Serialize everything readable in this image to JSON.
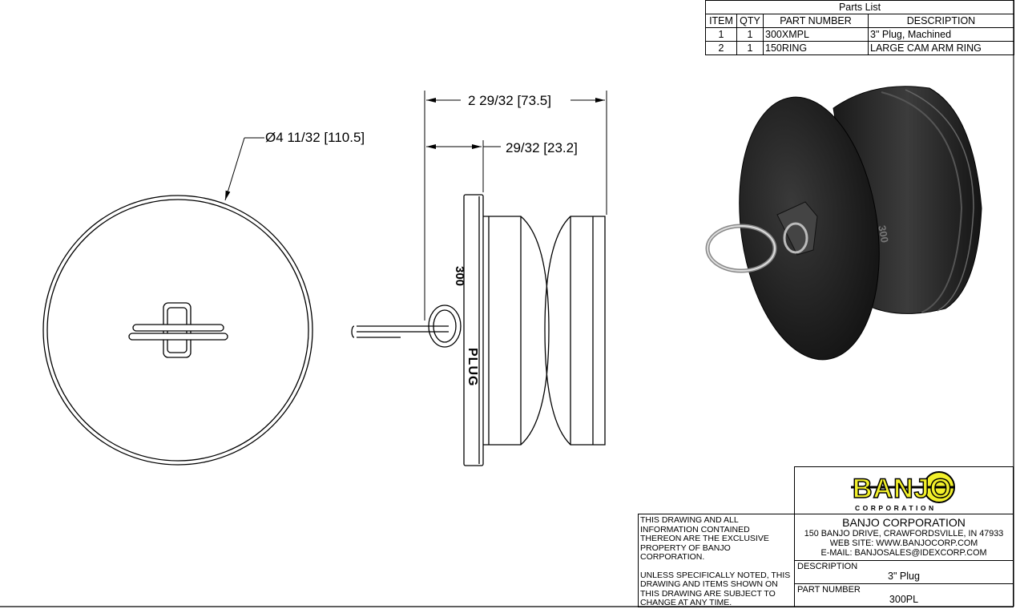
{
  "parts_list": {
    "title": "Parts List",
    "headers": [
      "ITEM",
      "QTY",
      "PART NUMBER",
      "DESCRIPTION"
    ],
    "rows": [
      [
        "1",
        "1",
        "300XMPL",
        "3\" Plug, Machined"
      ],
      [
        "2",
        "1",
        "150RING",
        "LARGE CAM ARM RING"
      ]
    ]
  },
  "dimensions": {
    "diameter": "Ø4 11/32 [110.5]",
    "overall_length": "2 29/32 [73.5]",
    "flange_length": "29/32 [23.2]"
  },
  "part_markings": {
    "size": "300",
    "type": "PLUG"
  },
  "title_block": {
    "logo_text": "BANJO",
    "logo_subtext": "CORPORATION",
    "notes": [
      "THIS DRAWING AND ALL INFORMATION CONTAINED THEREON ARE THE EXCLUSIVE PROPERTY OF BANJO CORPORATION.",
      "UNLESS SPECIFICALLY NOTED, THIS DRAWING AND ITEMS SHOWN ON THIS DRAWING ARE SUBJECT TO CHANGE AT ANY TIME."
    ],
    "company": "BANJO CORPORATION",
    "address": "150 BANJO DRIVE, CRAWFORDSVILLE, IN 47933",
    "website": "WEB SITE: WWW.BANJOCORP.COM",
    "email": "E-MAIL: BANJOSALES@IDEXCORP.COM",
    "description_label": "DESCRIPTION",
    "description": "3\" Plug",
    "part_number_label": "PART NUMBER",
    "part_number": "300PL"
  },
  "colors": {
    "logo_yellow": "#f2f02a",
    "part_dark": "#2a2a2a"
  }
}
